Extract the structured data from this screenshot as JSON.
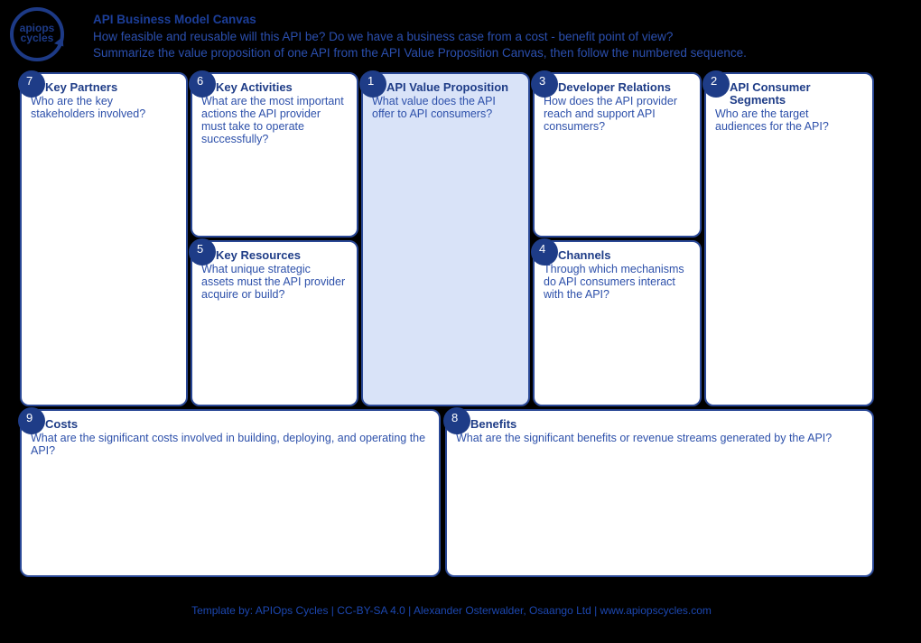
{
  "logo": {
    "line1": "apiops",
    "line2": "cycles"
  },
  "header": {
    "title": "API Business Model Canvas",
    "subtitle1": "How feasible and reusable will this API be? Do we have a business case from a cost - benefit point of view?",
    "subtitle2": "Summarize the value proposition of one API from the API Value Proposition Canvas, then follow the numbered sequence."
  },
  "colors": {
    "background": "#000000",
    "card_border": "#2a4896",
    "badge": "#1e3c87",
    "heading_text": "#1e3c87",
    "body_text": "#2d50aa",
    "value_proposition_fill": "#d9e3f8",
    "header_text": "#2b4fae"
  },
  "cells": [
    {
      "number": "7",
      "title": "Key Partners",
      "question": "Who are the key stakeholders involved?"
    },
    {
      "number": "6",
      "title": "Key Activities",
      "question": "What are the most important actions the API provider must take to operate successfully?"
    },
    {
      "number": "5",
      "title": "Key Resources",
      "question": "What unique strategic assets must the API provider acquire or build?"
    },
    {
      "number": "1",
      "title": "API Value Proposition",
      "question": "What value does the API offer to API consumers?"
    },
    {
      "number": "3",
      "title": "Developer Relations",
      "question": "How does the API provider reach and support API consumers?"
    },
    {
      "number": "4",
      "title": "Channels",
      "question": "Through which mechanisms do API consumers interact with the API?"
    },
    {
      "number": "2",
      "title": "API Consumer Segments",
      "question": "Who are the target audiences for the API?"
    },
    {
      "number": "9",
      "title": "Costs",
      "question": "What are the significant costs involved in building, deploying, and operating the API?"
    },
    {
      "number": "8",
      "title": "Benefits",
      "question": "What are the significant benefits or revenue streams generated by the API?"
    }
  ],
  "footer": {
    "text": "Template by: APIOps Cycles | CC-BY-SA 4.0 | Alexander Osterwalder, Osaango Ltd | www.apiopscycles.com"
  }
}
